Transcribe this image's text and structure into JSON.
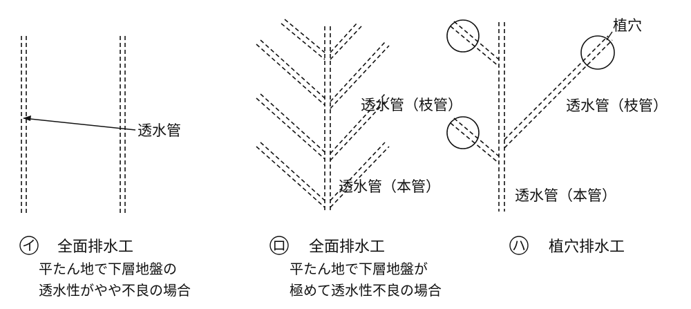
{
  "panels": [
    {
      "marker": "イ",
      "title": "全面排水工",
      "desc": [
        "平たん地で下層地盤の",
        "透水性がやや不良の場合"
      ],
      "labels": {
        "pipe": "透水管"
      }
    },
    {
      "marker": "ロ",
      "title": "全面排水工",
      "desc": [
        "平たん地で下層地盤が",
        "極めて透水性不良の場合"
      ],
      "labels": {
        "branch": "透水管（枝管）",
        "main": "透水管（本管）"
      }
    },
    {
      "marker": "ハ",
      "title": "植穴排水工",
      "desc": [],
      "labels": {
        "hole": "植穴",
        "branch": "透水管（枝管）",
        "main": "透水管（本管）"
      }
    }
  ]
}
